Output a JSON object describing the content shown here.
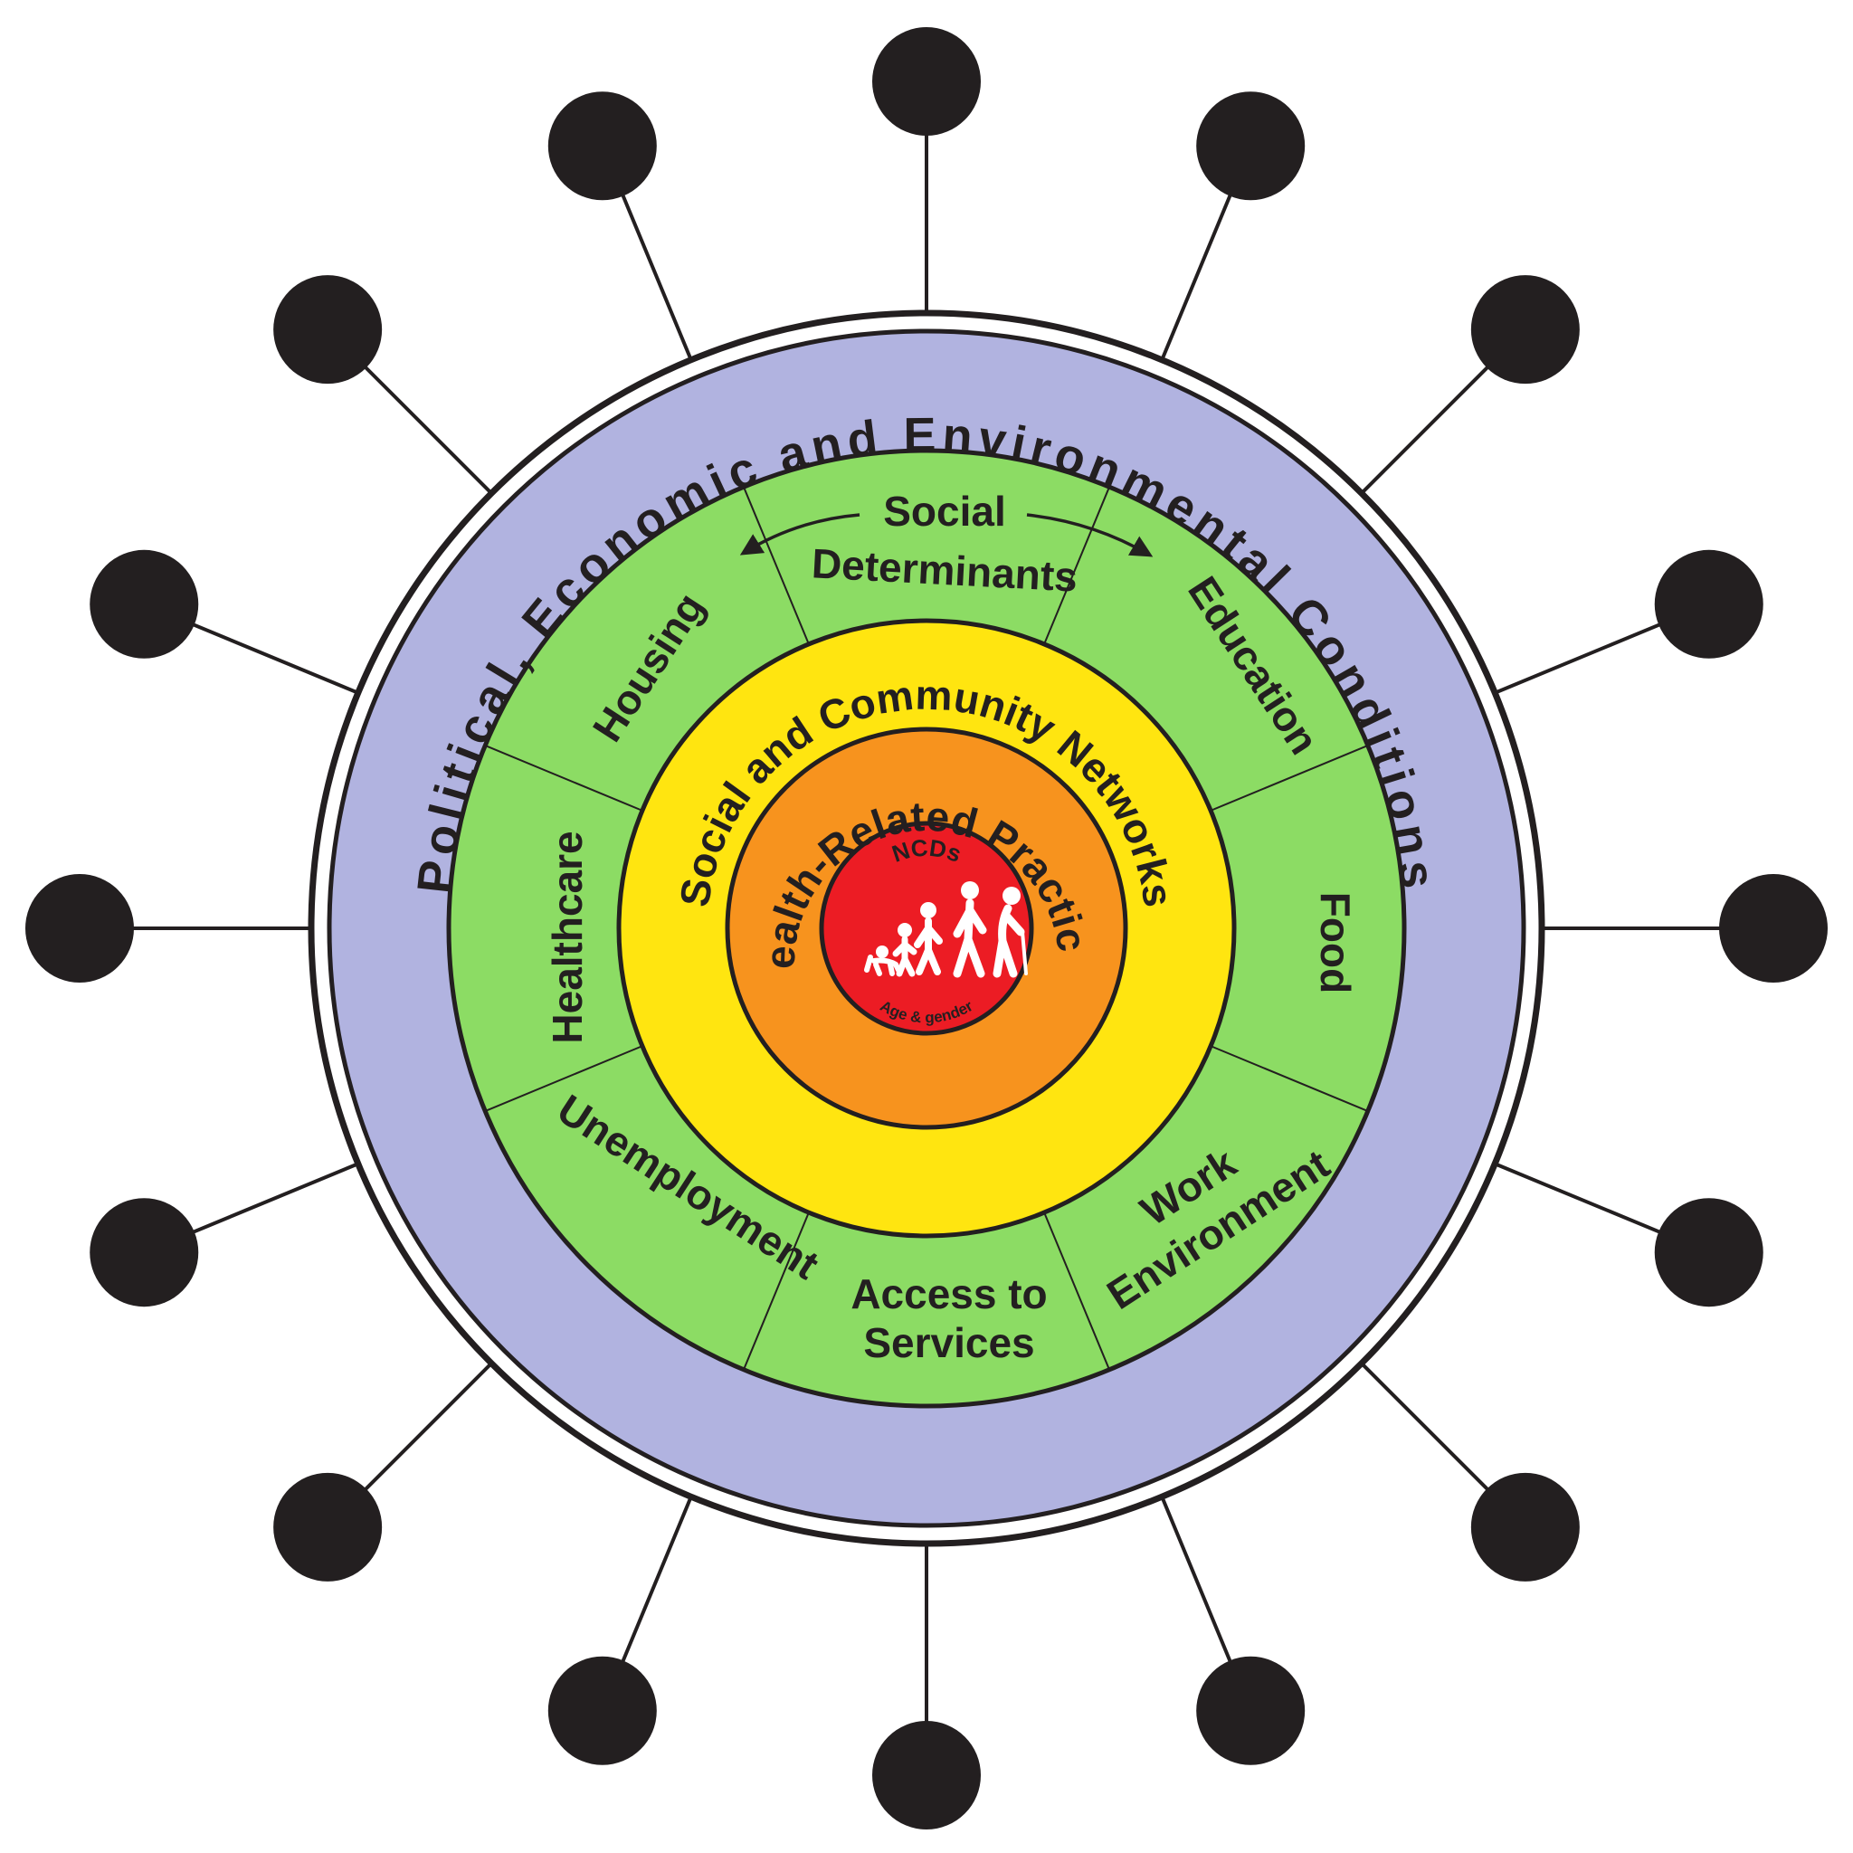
{
  "colors": {
    "outer_ring": "#b1b3e0",
    "green_ring": "#8cdc64",
    "yellow_ring": "#ffe510",
    "orange_ring": "#f7931e",
    "red_core": "#ec1c24",
    "stroke": "#231f20",
    "spoke_node": "#231f20"
  },
  "outer_ring": {
    "label": "Political, Economic and Environmental Conditions"
  },
  "determinants_ring": {
    "top_label_line1": "Social",
    "top_label_line2": "Determinants",
    "segments": {
      "housing": "Housing",
      "education": "Education",
      "healthcare": "Healthcare",
      "food": "Food",
      "unemployment": "Unemployment",
      "access_line1": "Access to",
      "access_line2": "Services",
      "work_line1": "Work",
      "work_line2": "Environment"
    }
  },
  "community_ring": {
    "label": "Social and Community Networks"
  },
  "practices_ring": {
    "label": "Health-Related Practices"
  },
  "core": {
    "title": "NCDs",
    "subtitle": "Age & gender",
    "icon": "human-life-stages-icon"
  },
  "spokes": {
    "count": 16
  }
}
